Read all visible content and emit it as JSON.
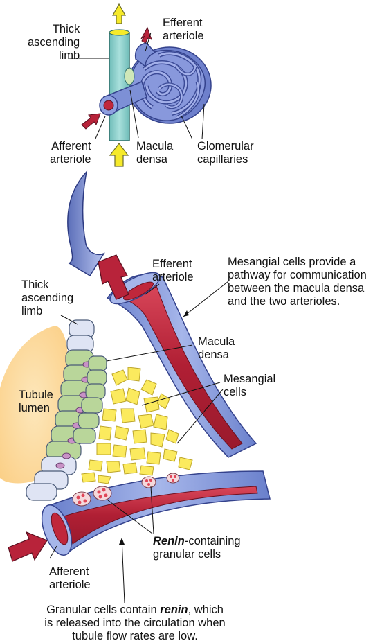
{
  "labels": {
    "top_thick_ascending_limb": [
      "Thick",
      "ascending",
      "limb"
    ],
    "top_efferent_arteriole": [
      "Efferent",
      "arteriole"
    ],
    "top_afferent_arteriole": [
      "Afferent",
      "arteriole"
    ],
    "top_macula_densa": [
      "Macula",
      "densa"
    ],
    "top_glomerular_capillaries": [
      "Glomerular",
      "capillaries"
    ],
    "bottom_efferent_arteriole": [
      "Efferent",
      "arteriole"
    ],
    "mesangial_note": [
      "Mesangial cells provide a",
      "pathway for communication",
      "between the macula densa",
      "and the two arterioles."
    ],
    "bottom_thick_ascending_limb": [
      "Thick",
      "ascending",
      "limb"
    ],
    "bottom_macula_densa": [
      "Macula",
      "densa"
    ],
    "mesangial_cells": [
      "Mesangial",
      "cells"
    ],
    "tubule_lumen": [
      "Tubule",
      "lumen"
    ],
    "renin_granular": {
      "bold_word": "Renin",
      "rest": "-containing",
      "line2": "granular cells"
    },
    "bottom_afferent_arteriole": [
      "Afferent",
      "arteriole"
    ],
    "granular_note": {
      "line1_pre": "Granular cells contain ",
      "line1_bold": "renin",
      "line1_post": ", which",
      "line2": "is released into the circulation when",
      "line3": "tubule flow rates are low."
    }
  },
  "colors": {
    "tubule": "#8fd0cc",
    "arteriole_wall": "#7f95d8",
    "arteriole_lumen": "#c0273b",
    "glomerulus": "#7d8fd6",
    "flow_arrow_yellow": "#f6ea2a",
    "flow_arrow_red": "#b8233a",
    "lumen_fill": "#fdd79a",
    "macula_cells": "#b8d79a",
    "mesangial_cells": "#fbea5e",
    "granule": "#e04658"
  }
}
